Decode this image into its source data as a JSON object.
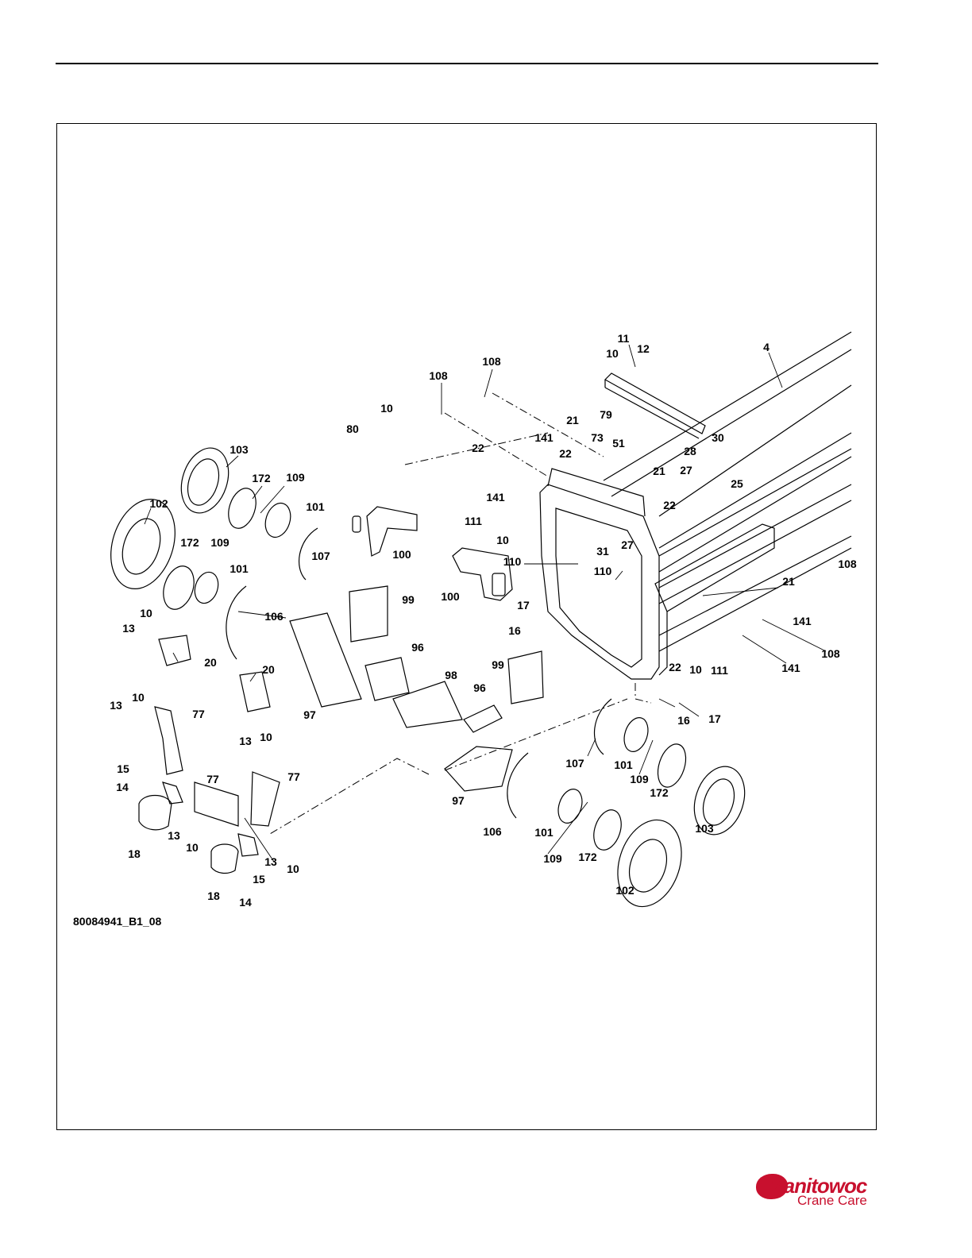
{
  "figure": {
    "id_label": "80084941_B1_08",
    "callouts": [
      {
        "t": "4"
      },
      {
        "t": "11"
      },
      {
        "t": "10"
      },
      {
        "t": "12"
      },
      {
        "t": "79"
      },
      {
        "t": "108"
      },
      {
        "t": "108"
      },
      {
        "t": "10"
      },
      {
        "t": "80"
      },
      {
        "t": "21"
      },
      {
        "t": "141"
      },
      {
        "t": "73"
      },
      {
        "t": "51"
      },
      {
        "t": "22"
      },
      {
        "t": "30"
      },
      {
        "t": "28"
      },
      {
        "t": "27"
      },
      {
        "t": "25"
      },
      {
        "t": "21"
      },
      {
        "t": "22"
      },
      {
        "t": "103"
      },
      {
        "t": "172"
      },
      {
        "t": "109"
      },
      {
        "t": "102"
      },
      {
        "t": "101"
      },
      {
        "t": "107"
      },
      {
        "t": "22"
      },
      {
        "t": "141"
      },
      {
        "t": "111"
      },
      {
        "t": "10"
      },
      {
        "t": "100"
      },
      {
        "t": "172"
      },
      {
        "t": "109"
      },
      {
        "t": "101"
      },
      {
        "t": "110"
      },
      {
        "t": "31"
      },
      {
        "t": "27"
      },
      {
        "t": "110"
      },
      {
        "t": "108"
      },
      {
        "t": "100"
      },
      {
        "t": "99"
      },
      {
        "t": "106"
      },
      {
        "t": "10"
      },
      {
        "t": "13"
      },
      {
        "t": "20"
      },
      {
        "t": "17"
      },
      {
        "t": "16"
      },
      {
        "t": "21"
      },
      {
        "t": "141"
      },
      {
        "t": "108"
      },
      {
        "t": "96"
      },
      {
        "t": "20"
      },
      {
        "t": "98"
      },
      {
        "t": "99"
      },
      {
        "t": "22"
      },
      {
        "t": "10"
      },
      {
        "t": "111"
      },
      {
        "t": "141"
      },
      {
        "t": "13"
      },
      {
        "t": "10"
      },
      {
        "t": "77"
      },
      {
        "t": "97"
      },
      {
        "t": "96"
      },
      {
        "t": "13"
      },
      {
        "t": "10"
      },
      {
        "t": "16"
      },
      {
        "t": "17"
      },
      {
        "t": "107"
      },
      {
        "t": "101"
      },
      {
        "t": "15"
      },
      {
        "t": "77"
      },
      {
        "t": "77"
      },
      {
        "t": "14"
      },
      {
        "t": "109"
      },
      {
        "t": "172"
      },
      {
        "t": "97"
      },
      {
        "t": "13"
      },
      {
        "t": "10"
      },
      {
        "t": "18"
      },
      {
        "t": "106"
      },
      {
        "t": "101"
      },
      {
        "t": "103"
      },
      {
        "t": "13"
      },
      {
        "t": "15"
      },
      {
        "t": "10"
      },
      {
        "t": "109"
      },
      {
        "t": "172"
      },
      {
        "t": "102"
      },
      {
        "t": "18"
      },
      {
        "t": "14"
      }
    ]
  },
  "brand": {
    "name": "Manitowoc",
    "tagline": "Crane Care",
    "color": "#c8102e"
  }
}
